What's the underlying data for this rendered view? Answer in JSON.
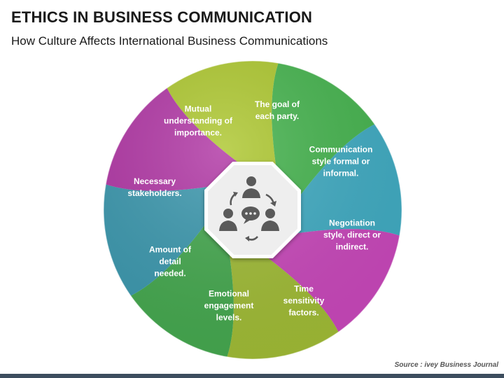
{
  "header": {
    "title": "ETHICS IN BUSINESS COMMUNICATION",
    "subtitle": "How Culture Affects International Business Communications"
  },
  "segments": [
    {
      "label": "The goal of each party.",
      "color": "#a6c21d"
    },
    {
      "label": "Communication style formal or informal.",
      "color": "#35ad3f"
    },
    {
      "label": "Negotiation style, direct or indirect.",
      "color": "#2fa3bc"
    },
    {
      "label": "Time sensitivity factors.",
      "color": "#c237b3"
    },
    {
      "label": "Emotional engagement levels.",
      "color": "#97b424"
    },
    {
      "label": "Amount of detail needed.",
      "color": "#34a03f"
    },
    {
      "label": "Necessary stakeholders.",
      "color": "#2a8ea6"
    },
    {
      "label": "Mutual understanding of importance.",
      "color": "#a9259c"
    }
  ],
  "center": {
    "icon": "people-communication-icon",
    "color": "#5a5a5a"
  },
  "footer": {
    "source": "Source : ivey Business Journal"
  }
}
